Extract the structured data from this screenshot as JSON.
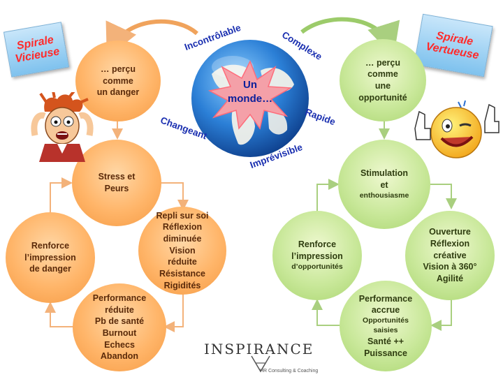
{
  "left": {
    "tag": [
      "Spirale",
      "Vicieuse"
    ],
    "top": [
      "… perçu",
      "comme",
      "un danger"
    ],
    "stress": [
      "Stress et",
      "Peurs"
    ],
    "repli": [
      "Repli sur soi",
      "Réflexion",
      "diminuée",
      "Vision",
      "réduite",
      "Résistance",
      "Rigidités"
    ],
    "perf": [
      "Performance",
      "réduite",
      "Pb de santé",
      "Burnout",
      "Echecs",
      "Abandon"
    ],
    "renforce": [
      "Renforce",
      "l’impression",
      "de danger"
    ]
  },
  "right": {
    "tag": [
      "Spirale",
      "Vertueuse"
    ],
    "top": [
      "… perçu",
      "comme",
      "une",
      "opportunité"
    ],
    "stim": [
      "Stimulation",
      "et",
      "enthousiasme"
    ],
    "ouverture": [
      "Ouverture",
      "Réflexion",
      "créative",
      "Vision à 360°",
      "Agilité"
    ],
    "perf": [
      "Performance",
      "accrue",
      "Opportunités",
      "saisies",
      "Santé ++",
      "Puissance"
    ],
    "renforce": [
      "Renforce",
      "l’impression",
      "d’opportunités"
    ]
  },
  "globe": {
    "star": [
      "Un",
      "monde…"
    ],
    "words": {
      "incontrolable": "Incontrôlable",
      "complexe": "Complexe",
      "changeant": "Changeant",
      "rapide": "Rapide",
      "imprevisible": "Imprévisible"
    }
  },
  "logo": {
    "name": "INSPIRANCE",
    "subtitle": "HR Consulting & Coaching"
  },
  "colors": {
    "orange": "#ffb569",
    "green": "#c9e89a",
    "tag_text": "#ff2b2b",
    "globe_words": "#1a2fb0"
  }
}
